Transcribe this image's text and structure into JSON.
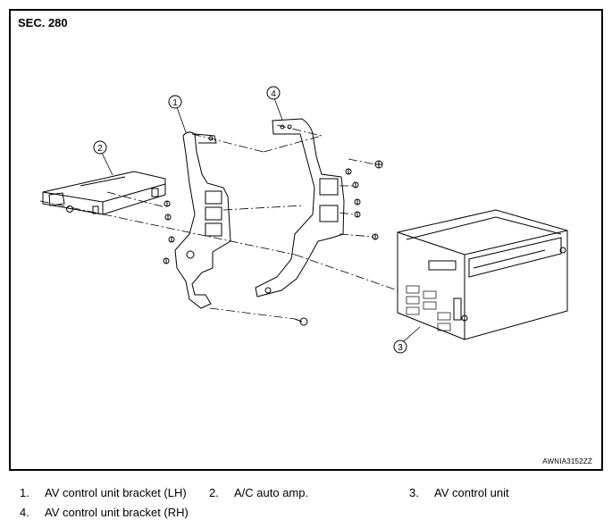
{
  "section_label": "SEC. 280",
  "figure_code": "AWNIA3152ZZ",
  "callouts": [
    "1",
    "2",
    "3",
    "4"
  ],
  "legend": [
    {
      "num": "1.",
      "label": "AV control unit bracket (LH)"
    },
    {
      "num": "2.",
      "label": "A/C auto amp."
    },
    {
      "num": "3.",
      "label": "AV control unit"
    },
    {
      "num": "4.",
      "label": "AV control unit bracket (RH)"
    }
  ]
}
